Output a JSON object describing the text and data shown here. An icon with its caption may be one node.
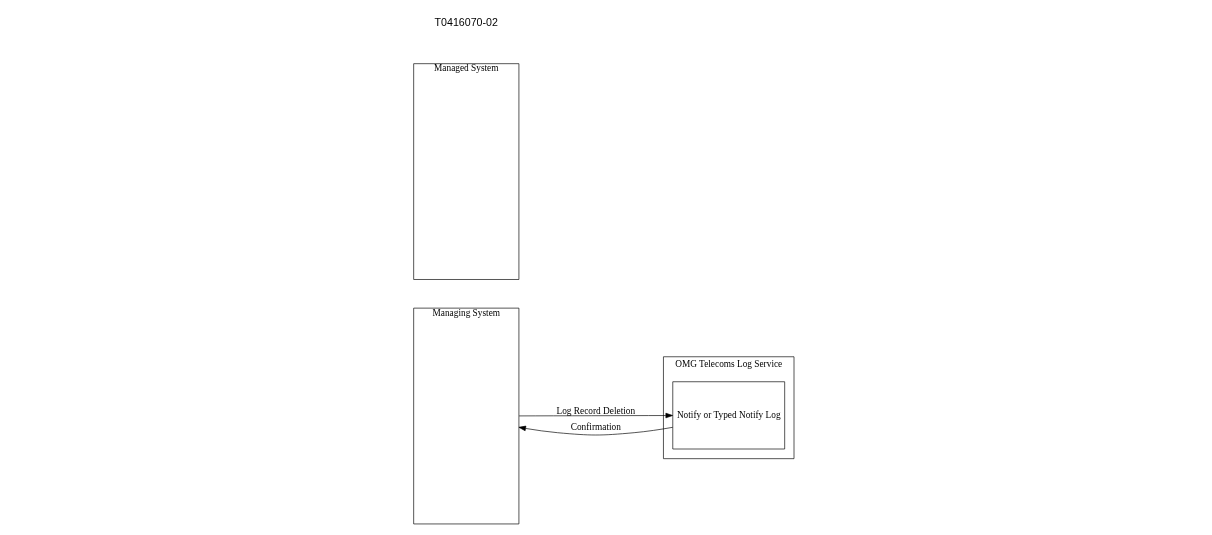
{
  "diagram": {
    "nodes": [
      {
        "text": [
          "Managing System"
        ]
      },
      {
        "text": [
          "OMG Telecoms Log Service"
        ]
      },
      {
        "text": [
          "Notify or Typed Notify Log"
        ],
        "in": 1
      },
      {
        "text": [
          "Managed System"
        ]
      }
    ],
    "edges": [
      {
        "from": 0,
        "to": 2,
        "arrow": "to",
        "label": "Log Record Deletion"
      },
      {
        "from": 2,
        "to": 0,
        "arrow": "to",
        "label": "Confirmation"
      }
    ],
    "labels": [
      "T0416070-02"
    ]
  }
}
